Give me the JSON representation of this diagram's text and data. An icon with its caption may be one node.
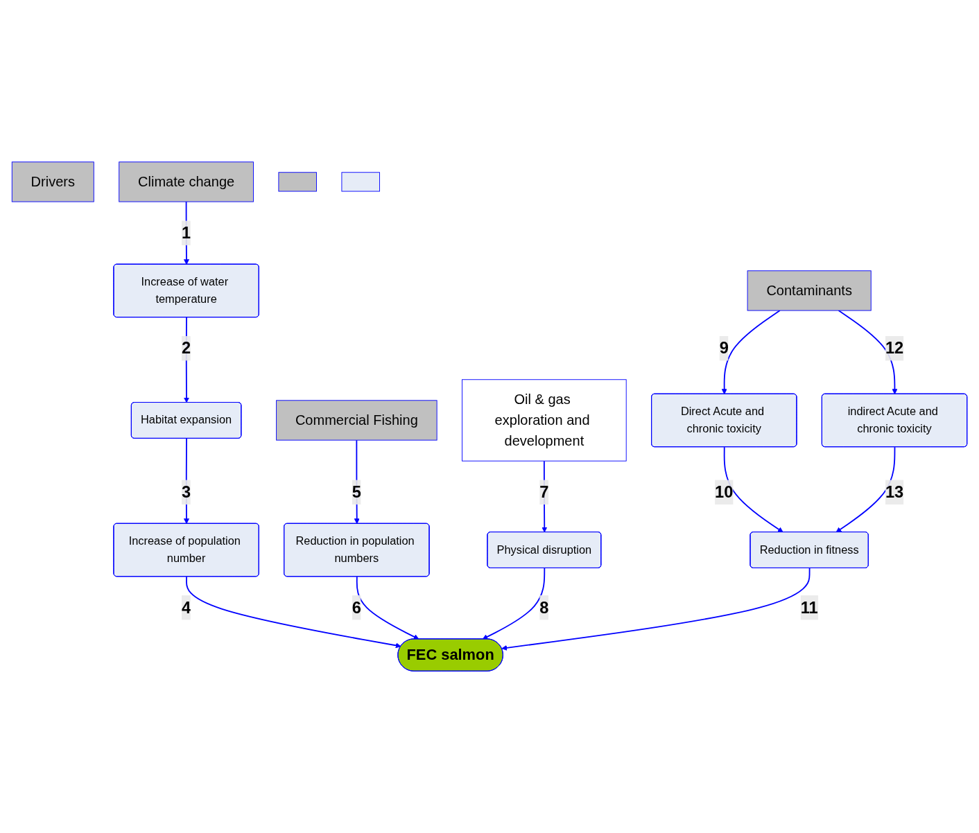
{
  "diagram": {
    "nodes": [
      {
        "text": [
          "Drivers"
        ]
      },
      {
        "text": [
          "Commercial Fishing"
        ]
      },
      {
        "text": [
          "Contaminants"
        ]
      },
      {
        "text": [
          "Climate change"
        ]
      },
      {
        "text": [
          "Oil & gas exploration and development"
        ]
      },
      {
        "text": [],
        "shape": "box"
      },
      {
        "text": [
          "FEC salmon"
        ]
      },
      {
        "text": [
          "Increase of water temperature"
        ]
      },
      {
        "text": [
          "Reduction in population numbers"
        ]
      },
      {
        "text": [
          "Physical disruption"
        ]
      },
      {
        "text": [
          "Habitat expansion"
        ]
      },
      {
        "text": [
          "Direct Acute and chronic toxicity"
        ]
      },
      {
        "text": [
          "indirect Acute and chronic toxicity"
        ]
      },
      {
        "text": [
          "Increase of population number"
        ]
      },
      {
        "text": [
          "Reduction in fitness"
        ]
      },
      {
        "text": [],
        "shape": "box"
      }
    ],
    "edges": [
      {
        "from": 3,
        "to": 7,
        "arrow": "to",
        "label": "1"
      },
      {
        "from": 7,
        "to": 10,
        "arrow": "to",
        "label": "2"
      },
      {
        "from": 10,
        "to": 13,
        "arrow": "to",
        "label": "3"
      },
      {
        "from": 13,
        "to": 6,
        "arrow": "to",
        "label": "4"
      },
      {
        "from": 1,
        "to": 8,
        "arrow": "to",
        "label": "5"
      },
      {
        "from": 8,
        "to": 6,
        "arrow": "to",
        "label": "6"
      },
      {
        "from": 4,
        "to": 9,
        "arrow": "to",
        "label": "7"
      },
      {
        "from": 9,
        "to": 6,
        "arrow": "to",
        "label": "8"
      },
      {
        "from": 2,
        "to": 11,
        "arrow": "to",
        "label": "9"
      },
      {
        "from": 11,
        "to": 14,
        "arrow": "to",
        "label": "10"
      },
      {
        "from": 14,
        "to": 6,
        "arrow": "to",
        "label": "11"
      },
      {
        "from": 2,
        "to": 12,
        "arrow": "to",
        "label": "12"
      },
      {
        "from": 12,
        "to": 14,
        "arrow": "to",
        "label": "13"
      }
    ]
  }
}
